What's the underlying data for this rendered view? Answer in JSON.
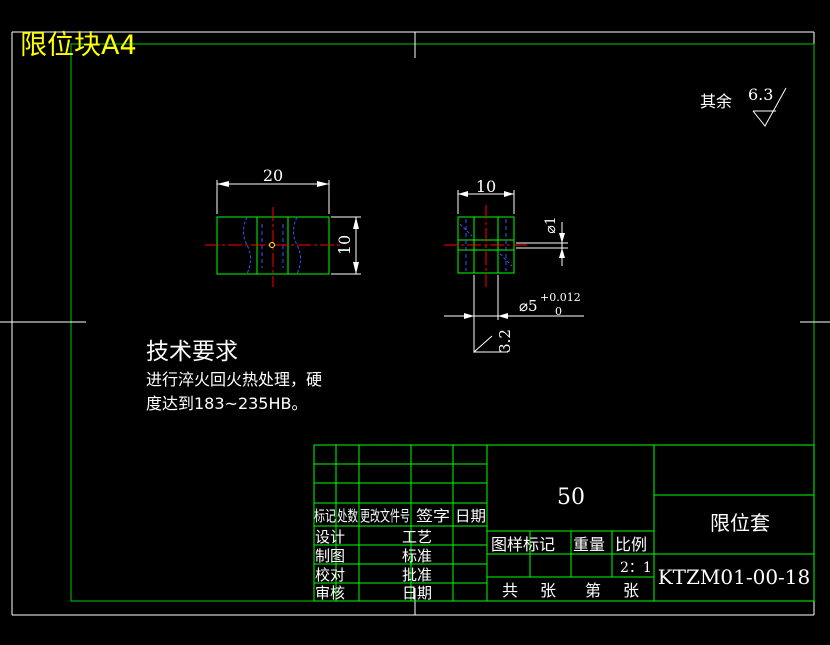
{
  "sheet": {
    "title": "限位块A4",
    "roughness_note_label": "其余",
    "roughness_note_value": "6.3"
  },
  "views": {
    "front": {
      "width_dim": "20",
      "height_dim": "10"
    },
    "side": {
      "width_dim": "10",
      "small_hole_dim": "⌀1",
      "bore_dim": "⌀5",
      "bore_tol_upper": "+0.012",
      "bore_tol_lower": "0",
      "roughness_value": "3.2"
    }
  },
  "tech_requirements": {
    "heading": "技术要求",
    "line1": "进行淬火回火热处理，硬",
    "line2": "度达到183~235HB。"
  },
  "title_block": {
    "revision_headers": [
      "标记",
      "处数",
      "更改文件号",
      "签字",
      "日期"
    ],
    "role_labels_left": [
      "设计",
      "制图",
      "校对",
      "审核"
    ],
    "role_labels_right": [
      "工艺",
      "标准",
      "批准",
      "日期"
    ],
    "material": "50",
    "stage_mark_label": "图样标记",
    "weight_label": "重量",
    "scale_label": "比例",
    "scale_value": "2：1",
    "total_sheets_label": "共",
    "sheets_unit_1": "张",
    "sheet_no_label": "第",
    "sheets_unit_2": "张",
    "part_name": "限位套",
    "drawing_no": "KTZM01-00-18"
  },
  "colors": {
    "background": "#000000",
    "border": "#00cc00",
    "outline": "#00ff00",
    "dimension": "#ffffff",
    "centerline": "#ff0000",
    "hidden": "#3355ff",
    "title": "#ffff00"
  }
}
